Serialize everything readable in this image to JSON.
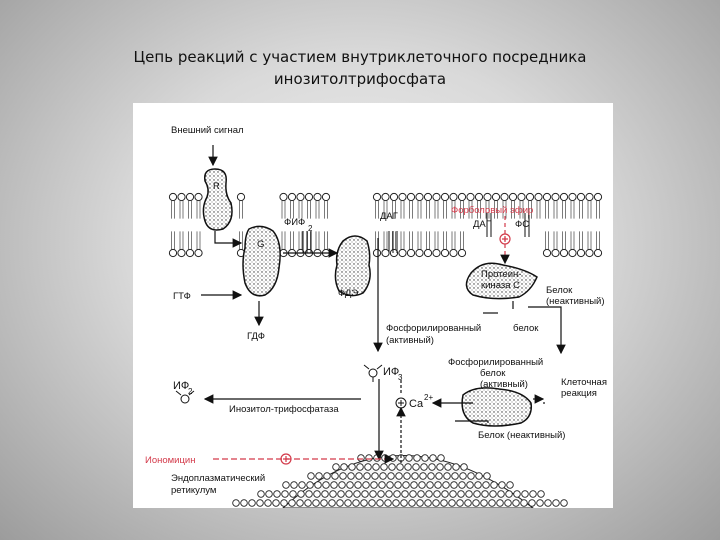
{
  "slide": {
    "title_line1": "Цепь реакций с участием внутриклеточного посредника",
    "title_line2": "инозитолтрифосфата"
  },
  "diagram": {
    "external_signal": "Внешний сигнал",
    "receptor": "R",
    "g_protein": "G",
    "fif2": "ФИФ",
    "fif2_sub": "2",
    "dag_top": "ДАГ",
    "phorbol_ester": "Форболовый эфир",
    "dag_inner": "ДАГ",
    "fs": "ФС",
    "protein_kinase": "Протеин-",
    "protein_kinase2": "киназа С",
    "protein_inactive": "Белок",
    "protein_inactive2": "(неактивный)",
    "gtp": "ГТФ",
    "gdp": "ГДФ",
    "plc": "ФДЭ",
    "phospho_protein_active_a": "Фосфорилированный",
    "phospho_protein_active_a2": "белок",
    "phospho_protein_active_a3": "(активный)",
    "phospho_protein_b": "Фосфорилированный",
    "phospho_protein_b2": "белок",
    "phospho_protein_b3": "(активный)",
    "cell_response": "Клеточная",
    "cell_response2": "реакция",
    "if3": "ИФ",
    "if3_sub": "3",
    "if2": "ИФ",
    "if2_sub": "2",
    "ca": "Ca",
    "ca_sup": "2+",
    "phosphatase": "Инозитол-трифосфатаза",
    "protein_bottom": "Белок (неактивный)",
    "ionomycin": "Иономицин",
    "er_label": "Эндоплазматический",
    "er_label2": "ретикулум"
  }
}
